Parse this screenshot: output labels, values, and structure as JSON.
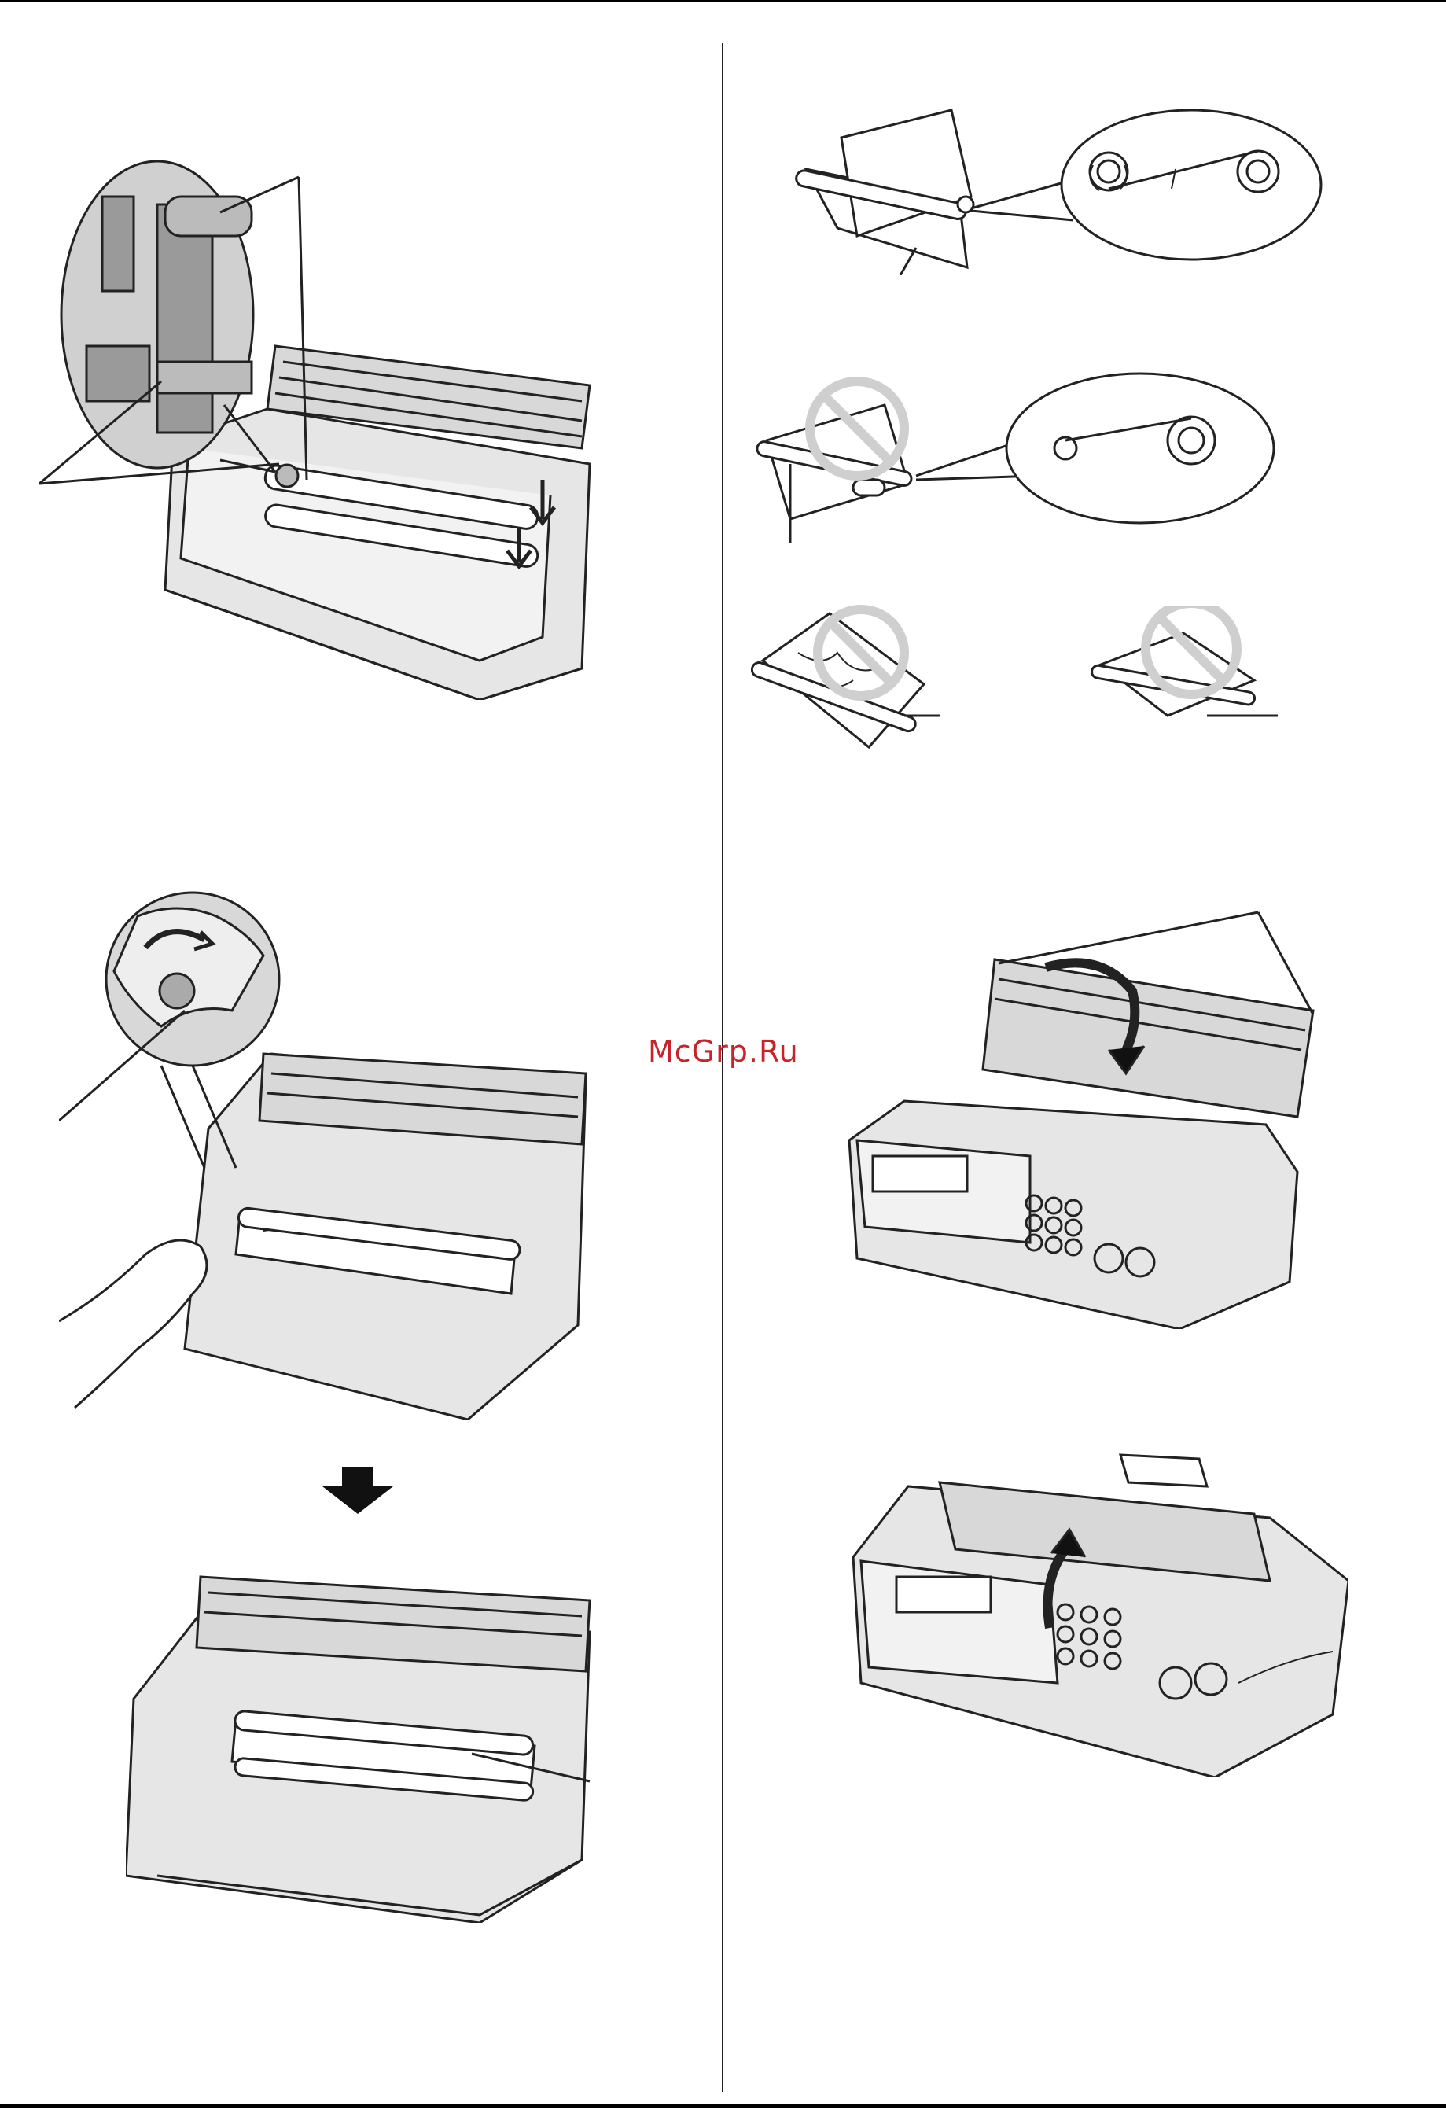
{
  "watermark": {
    "text": "McGrp.Ru"
  },
  "colors": {
    "ink": "#222222",
    "paper": "#ffffff",
    "shade": "#c9c9c9",
    "light": "#e6e6e6",
    "prohibit": "#cfcfcf",
    "watermark": "#c8222a"
  },
  "illustrations": [
    {
      "id": "fax-open-film-insert",
      "icon": "fax-machine-icon"
    },
    {
      "id": "film-roll-correct",
      "icon": "film-roll-icon"
    },
    {
      "id": "film-roll-wrong-direction",
      "icon": "prohibited-icon"
    },
    {
      "id": "film-roll-wrinkled",
      "icon": "prohibited-icon"
    },
    {
      "id": "film-roll-slack",
      "icon": "prohibited-icon"
    },
    {
      "id": "fax-gear-tighten",
      "icon": "gear-icon"
    },
    {
      "id": "fax-close-cover",
      "icon": "fax-machine-icon"
    },
    {
      "id": "fax-film-taut",
      "icon": "fax-machine-icon"
    },
    {
      "id": "fax-cover-closed",
      "icon": "fax-machine-icon"
    }
  ]
}
